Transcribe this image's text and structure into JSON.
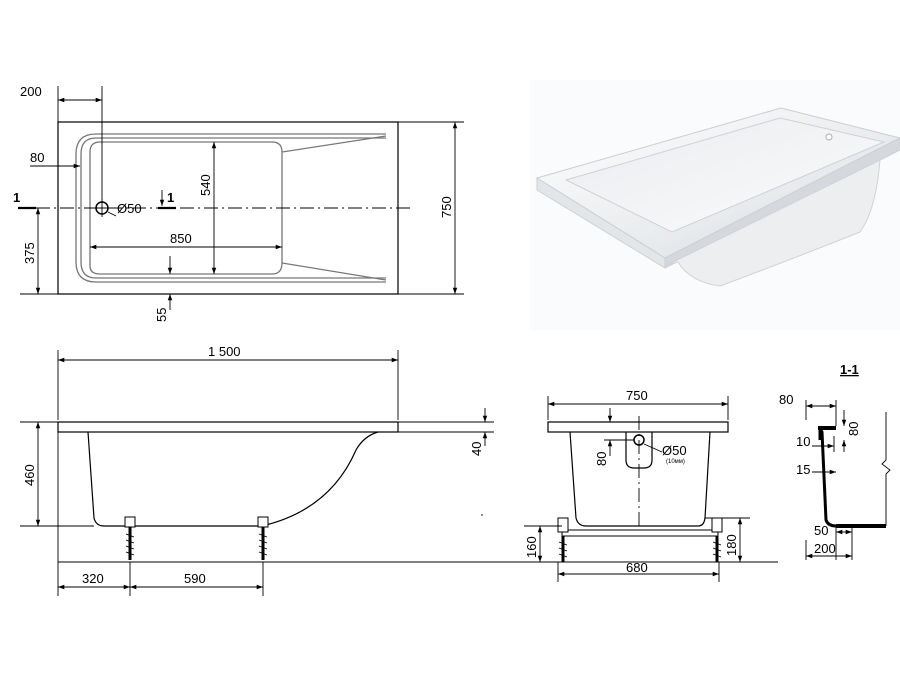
{
  "top_view": {
    "dim_200": "200",
    "dim_80": "80",
    "dim_540": "540",
    "dim_750": "750",
    "dim_850": "850",
    "dim_375": "375",
    "dim_55": "55",
    "drain": "Ø50",
    "section_mark": "1"
  },
  "side_view": {
    "dim_1500": "1 500",
    "dim_460": "460",
    "dim_40": "40",
    "dim_320": "320",
    "dim_590": "590"
  },
  "end_view": {
    "dim_750": "750",
    "dim_80": "80",
    "drain": "Ø50",
    "drain_note": "(10мм)",
    "dim_160": "160",
    "dim_180": "180",
    "dim_680": "680"
  },
  "section": {
    "title": "1-1",
    "dim_80_top": "80",
    "dim_80_side": "80",
    "dim_10": "10",
    "dim_15": "15",
    "dim_50": "50",
    "dim_200": "200"
  }
}
